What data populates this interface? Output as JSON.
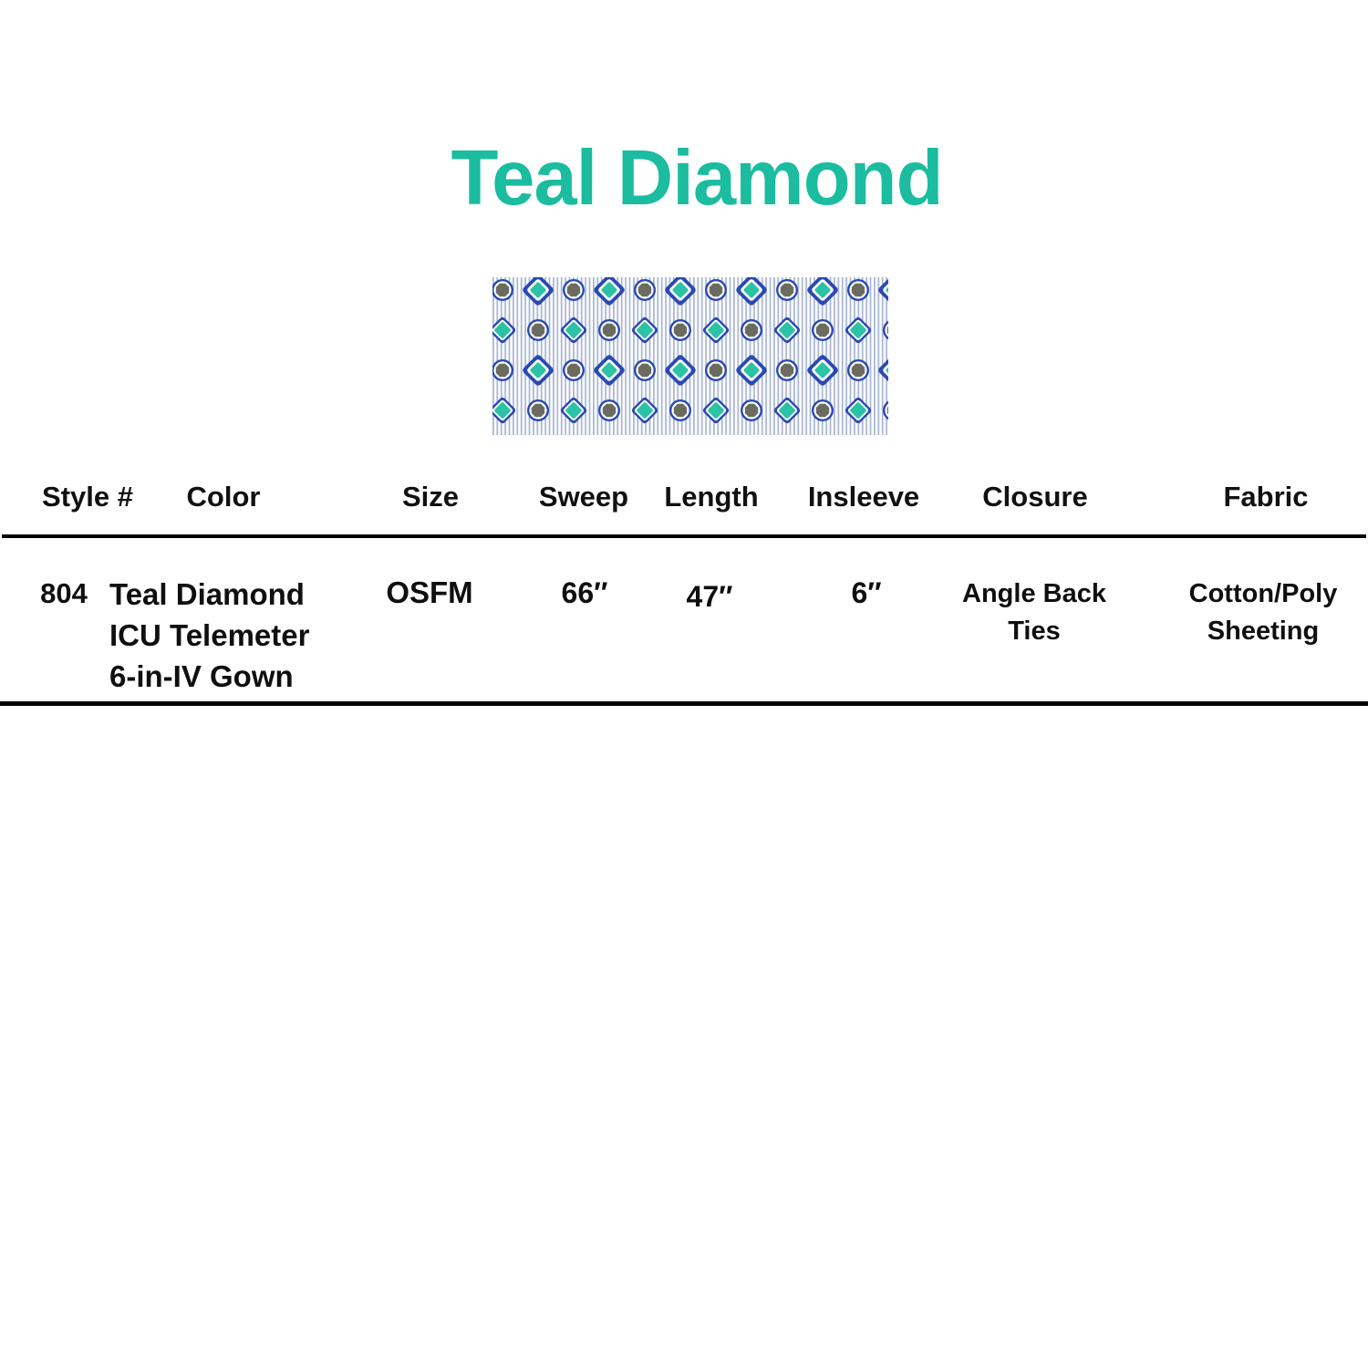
{
  "page": {
    "title": "Teal Diamond",
    "accent_color": "#1bbc9f"
  },
  "swatch": {
    "label": "teal-diamond-fabric-swatch",
    "colors": {
      "stripe": "#aab7d6",
      "motif_teal": "#2cc2a5",
      "motif_blue": "#2b49b2",
      "motif_gray": "#6b6b60"
    }
  },
  "table": {
    "headers": [
      "Style #",
      "Color",
      "Size",
      "Sweep",
      "Length",
      "Insleeve",
      "Closure",
      "Fabric"
    ],
    "rows": [
      {
        "style_number": "804",
        "color_lines": [
          "Teal Diamond",
          "ICU Telemeter",
          "6-in-IV Gown"
        ],
        "size": "OSFM",
        "sweep": "66″",
        "length": "47″",
        "insleeve": "6″",
        "closure_lines": [
          "Angle Back",
          "Ties"
        ],
        "fabric_lines": [
          "Cotton/Poly",
          "Sheeting"
        ]
      }
    ]
  }
}
